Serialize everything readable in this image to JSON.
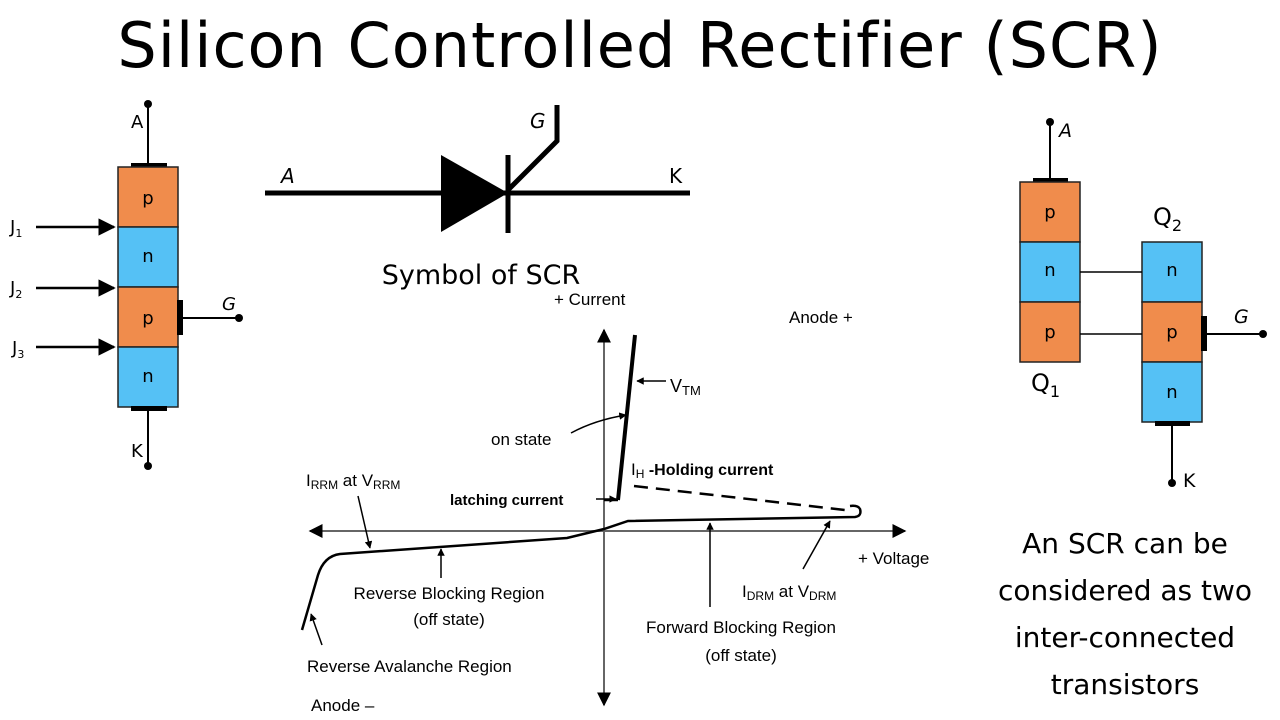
{
  "title": "Silicon Controlled Rectifier (SCR)",
  "colors": {
    "p_layer": "#f08c4c",
    "n_layer": "#55c1f5",
    "ink": "#000000",
    "axis": "#666666"
  },
  "layer_structure": {
    "terminals": {
      "anode": "A",
      "cathode": "K",
      "gate": "G"
    },
    "layers": [
      "p",
      "n",
      "p",
      "n"
    ],
    "junctions": [
      {
        "label": "J",
        "sub": "1"
      },
      {
        "label": "J",
        "sub": "2"
      },
      {
        "label": "J",
        "sub": "3"
      }
    ]
  },
  "symbol": {
    "anode": "A",
    "cathode": "K",
    "gate": "G",
    "caption": "Symbol of SCR"
  },
  "vi_characteristic": {
    "y_axis_label": "+ Current",
    "x_axis_label": "+ Voltage",
    "anode_plus": "Anode +",
    "anode_minus": "Anode –",
    "vtm": {
      "main": "V",
      "sub": "TM"
    },
    "on_state": "on state",
    "holding": {
      "main": "I",
      "sub": "H",
      "rest": " -Holding current"
    },
    "latching": "latching current",
    "irrm": {
      "i": "I",
      "isub": "RRM",
      "at": " at ",
      "v": "V",
      "vsub": "RRM"
    },
    "idrm": {
      "i": "I",
      "isub": "DRM",
      "at": " at ",
      "v": "V",
      "vsub": "DRM"
    },
    "reverse_blocking": [
      "Reverse Blocking Region",
      "(off state)"
    ],
    "forward_blocking": [
      "Forward Blocking Region",
      "(off state)"
    ],
    "reverse_avalanche": "Reverse Avalanche Region"
  },
  "two_transistor": {
    "anode": "A",
    "cathode": "K",
    "gate": "G",
    "q1": {
      "main": "Q",
      "sub": "1"
    },
    "q2": {
      "main": "Q",
      "sub": "2"
    },
    "q1_layers": [
      "p",
      "n",
      "p"
    ],
    "q2_layers": [
      "n",
      "p",
      "n"
    ]
  },
  "caption_lines": [
    "An SCR can be",
    "considered as two",
    "inter-connected",
    "transistors"
  ]
}
